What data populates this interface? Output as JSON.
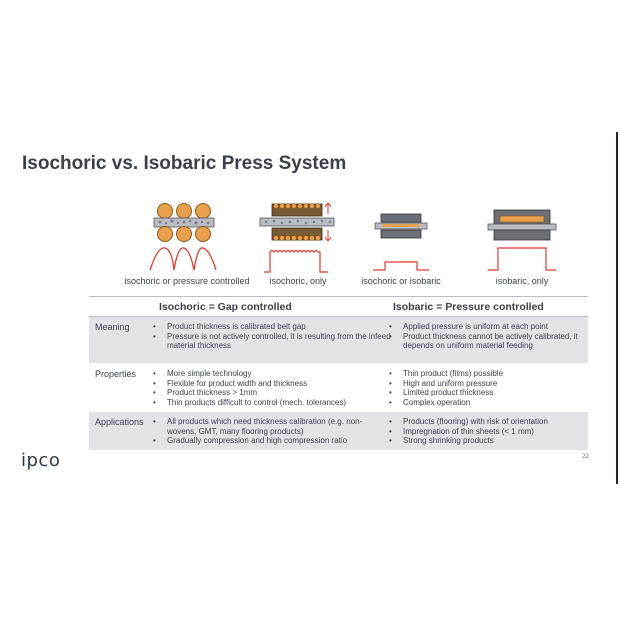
{
  "slide": {
    "title": "Isochoric vs. Isobaric Press System",
    "logo": "ipco",
    "page_number": "22"
  },
  "illustrations": [
    {
      "caption": "isochoric or pressure controlled",
      "icon": "roller-press-icon"
    },
    {
      "caption": "isochoric, only",
      "icon": "double-belt-press-icon"
    },
    {
      "caption": "isochoric or isobaric",
      "icon": "platen-press-icon"
    },
    {
      "caption": "isobaric, only",
      "icon": "pressure-cushion-press-icon"
    }
  ],
  "table": {
    "col_isochoric": "Isochoric = Gap controlled",
    "col_isobaric": "Isobaric = Pressure controlled",
    "rows": [
      {
        "label": "Meaning",
        "isochoric": [
          "Product thickness is calibrated belt gap",
          "Pressure is not actively controlled, it is resulting from the infeed material thickness"
        ],
        "isobaric": [
          "Applied pressure is uniform at each point",
          "Product thickness cannot be actively calibrated, it depends on uniform material feeding"
        ]
      },
      {
        "label": "Properties",
        "isochoric": [
          "More simple technology",
          "Flexible for product width and thickness",
          "Product thickness > 1mm",
          "Thin products difficult to control (mech. tolerances)"
        ],
        "isobaric": [
          "Thin product (films) possible",
          "High and uniform pressure",
          "Limited product thickness",
          "Complex operation"
        ]
      },
      {
        "label": "Applications",
        "isochoric": [
          "All products which need thickness calibration (e.g. non-wovens, GMT, many flooring products)",
          "Gradually compression and high compression ratio"
        ],
        "isobaric": [
          "Products (flooring) with risk of orientation",
          "Impregnation of thin sheets (< 1 mm)",
          "Strong shrinking products"
        ]
      }
    ]
  },
  "colors": {
    "title": "#3a3f4a",
    "roller": "#e8a04c",
    "roller_stroke": "#8a5a1a",
    "pressure_curve": "#e03a2a",
    "press_grey": "#6c6f76",
    "row_shade": "#e2e3e7"
  }
}
